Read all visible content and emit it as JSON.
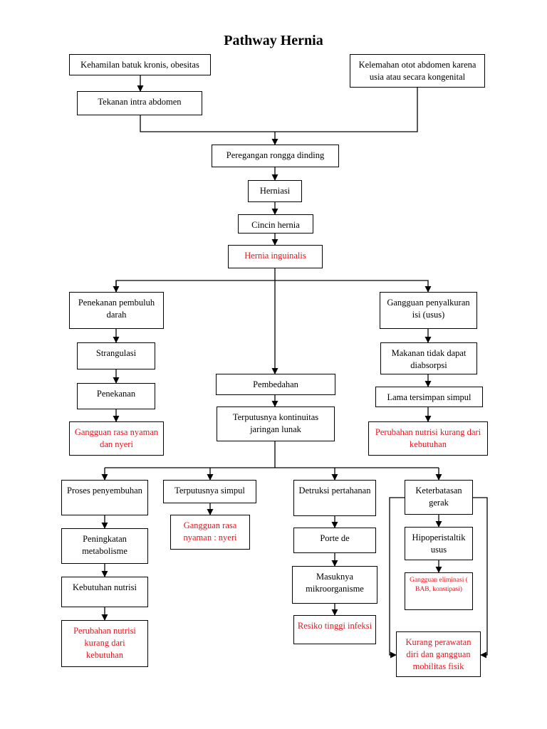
{
  "title": "Pathway Hernia",
  "colors": {
    "box_border": "#000000",
    "diagnosis_text": "#e8141c",
    "normal_text": "#000000"
  },
  "nodes": {
    "n1": "Kehamilan batuk kronis, obesitas",
    "n2": "Kelemahan otot abdomen karena usia atau secara kongenital",
    "n3": "Tekanan intra abdomen",
    "n4": "Peregangan rongga dinding",
    "n5": "Herniasi",
    "n6": "Cincin hernia",
    "n7": "Hernia inguinalis",
    "n8": "Penekanan pembuluh darah",
    "n9": "Gangguan penyalkuran isi (usus)",
    "n10": "Strangulasi",
    "n11": "Makanan tidak dapat diabsorpsi",
    "n12": "Pembedahan",
    "n13": "Penekanan",
    "n14": "Lama tersimpan simpul",
    "n15": "Terputusnya kontinuitas jaringan lunak",
    "n16": "Gangguan rasa nyaman dan nyeri",
    "n17": "Perubahan nutrisi kurang dari kebutuhan",
    "n18": "Proses penyembuhan",
    "n19": "Terputusnya simpul",
    "n20": "Detruksi pertahanan",
    "n21": "Keterbatasan gerak",
    "n22": "Gangguan rasa nyaman : nyeri",
    "n23": "Peningkatan metabolisme",
    "n24": "Porte de",
    "n25": "Hipoperistaltik usus",
    "n26": "Kebutuhan nutrisi",
    "n27": "Masuknya mikroorganisme",
    "n28": "Gangguan eliminasi ( BAB, konstipasi)",
    "n29": "Resiko tinggi infeksi",
    "n30": "Perubahan nutrisi kurang dari kebutuhan",
    "n31": "Kurang perawatan diri dan gangguan mobilitas fisik"
  }
}
